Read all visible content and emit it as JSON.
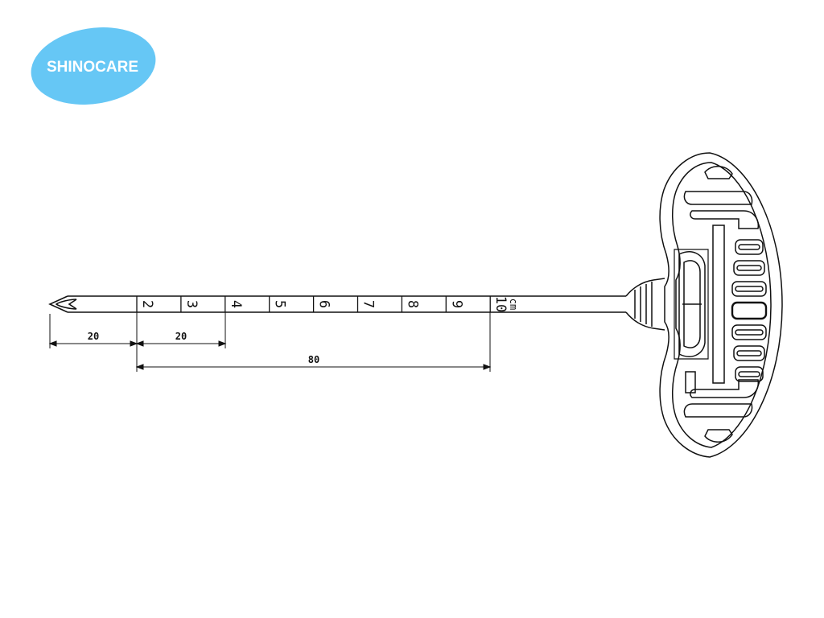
{
  "brand": {
    "name": "SHINOCARE",
    "badge_color": "#66C7F5",
    "text_color": "#FFFFFF"
  },
  "needle": {
    "scale_marks": [
      "2",
      "3",
      "4",
      "5",
      "6",
      "7",
      "8",
      "9",
      "10"
    ],
    "unit": "cm",
    "line_color": "#111111"
  },
  "dimensions": {
    "tip_to_first_mark": "20",
    "first_to_second_mark": "20",
    "graduated_length": "80"
  }
}
